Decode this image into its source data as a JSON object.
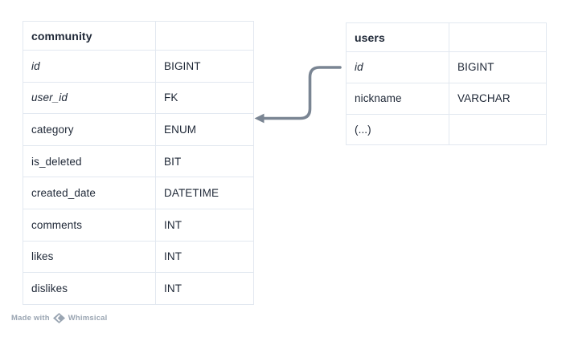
{
  "canvas": {
    "background": "#ffffff"
  },
  "colors": {
    "text": "#1e2736",
    "table_border": "#e2e8f0",
    "table_background": "#ffffff",
    "connector": "#7a8593",
    "watermark": "#9aa5b2"
  },
  "tables": {
    "community": {
      "title": "community",
      "rows": [
        {
          "field": "id",
          "type": "BIGINT",
          "italic": true
        },
        {
          "field": "user_id",
          "type": "FK",
          "italic": true
        },
        {
          "field": "category",
          "type": "ENUM",
          "italic": false
        },
        {
          "field": "is_deleted",
          "type": "BIT",
          "italic": false
        },
        {
          "field": "created_date",
          "type": "DATETIME",
          "italic": false
        },
        {
          "field": "comments",
          "type": "INT",
          "italic": false
        },
        {
          "field": "likes",
          "type": "INT",
          "italic": false
        },
        {
          "field": "dislikes",
          "type": "INT",
          "italic": false
        }
      ]
    },
    "users": {
      "title": "users",
      "rows": [
        {
          "field": "id",
          "type": "BIGINT",
          "italic": true
        },
        {
          "field": "nickname",
          "type": "VARCHAR",
          "italic": false
        },
        {
          "field": "(...)",
          "type": "",
          "italic": false
        }
      ]
    }
  },
  "connector": {
    "from_table": "community",
    "from_field": "user_id",
    "to_table": "users",
    "to_field": "id",
    "arrow_direction": "left",
    "color": "#7a8593"
  },
  "watermark": {
    "made_with": "Made with",
    "brand": "Whimsical",
    "logo_icon": "whimsical-diamond-icon"
  }
}
